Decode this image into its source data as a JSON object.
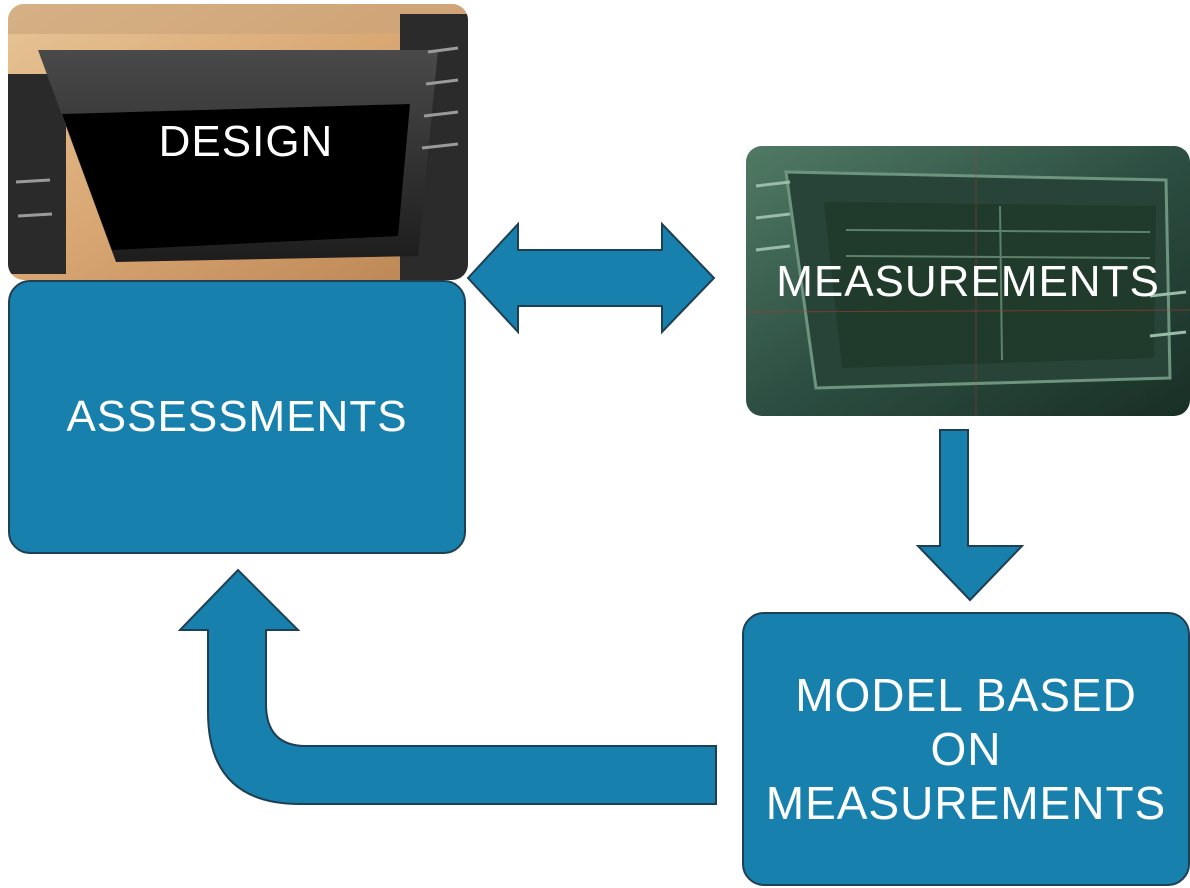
{
  "nodes": {
    "design": {
      "label": "DESIGN",
      "image": "car-infotainment-screen-photo"
    },
    "measurements": {
      "label": "MEASUREMENTS",
      "image": "car-infotainment-screen-photo-green"
    },
    "assessments": {
      "label": "ASSESSMENTS"
    },
    "model": {
      "label_lines": [
        "MODEL BASED",
        "ON",
        "MEASUREMENTS"
      ]
    }
  },
  "colors": {
    "box_fill": "#1880ac",
    "box_border": "#1f3f52",
    "arrow_fill": "#1880ac",
    "text": "#ffffff"
  },
  "arrows": [
    {
      "from": "design",
      "to": "measurements",
      "style": "double-headed"
    },
    {
      "from": "measurements",
      "to": "model",
      "style": "down"
    },
    {
      "from": "model",
      "to": "assessments",
      "style": "curved-up"
    }
  ]
}
